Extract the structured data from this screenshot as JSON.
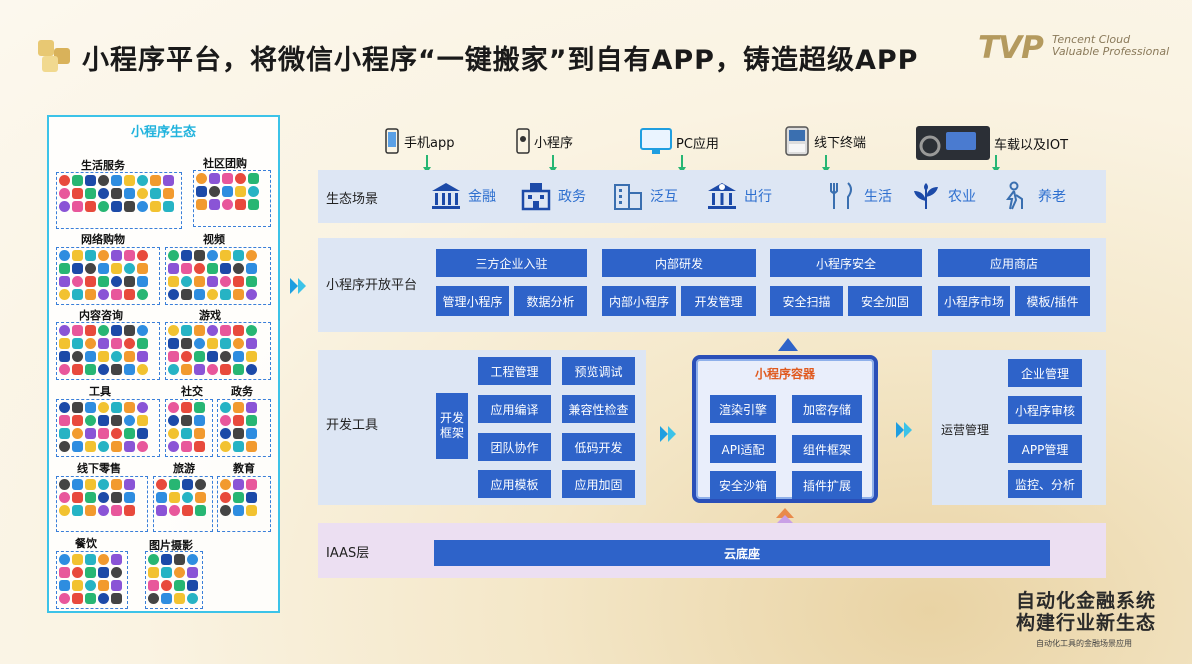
{
  "header": {
    "title": "小程序平台，将微信小程序“一键搬家”到自有APP，铸造超级APP",
    "logo_name": "TVP",
    "logo_sub_line1": "Tencent Cloud",
    "logo_sub_line2": "Valuable Professional"
  },
  "ecosystem": {
    "title": "小程序生态",
    "groups": {
      "life": "生活服务",
      "community": "社区团购",
      "shopping": "网络购物",
      "video": "视频",
      "content": "内容咨询",
      "game": "游戏",
      "tools": "工具",
      "social": "社交",
      "gov": "政务",
      "retail": "线下零售",
      "travel": "旅游",
      "edu": "教育",
      "food": "餐饮",
      "photo": "图片摄影"
    }
  },
  "endpoints": [
    {
      "label": "手机app",
      "icon": "phone-icon"
    },
    {
      "label": "小程序",
      "icon": "mini-program-icon"
    },
    {
      "label": "PC应用",
      "icon": "monitor-icon"
    },
    {
      "label": "线下终端",
      "icon": "terminal-icon"
    },
    {
      "label": "车载以及IOT",
      "icon": "car-dashboard-icon"
    }
  ],
  "scenes": {
    "label": "生态场景",
    "items": [
      {
        "label": "金融",
        "icon": "bank-icon"
      },
      {
        "label": "政务",
        "icon": "government-building-icon"
      },
      {
        "label": "泛互",
        "icon": "office-building-icon"
      },
      {
        "label": "出行",
        "icon": "travel-icon"
      },
      {
        "label": "生活",
        "icon": "dining-icon"
      },
      {
        "label": "农业",
        "icon": "plant-icon"
      },
      {
        "label": "养老",
        "icon": "elderly-icon"
      }
    ]
  },
  "open_platform": {
    "label": "小程序开放平台",
    "groups": [
      {
        "title": "三方企业入驻",
        "items": [
          "管理小程序",
          "数据分析"
        ]
      },
      {
        "title": "内部研发",
        "items": [
          "内部小程序",
          "开发管理"
        ]
      },
      {
        "title": "小程序安全",
        "items": [
          "安全扫描",
          "安全加固"
        ]
      },
      {
        "title": "应用商店",
        "items": [
          "小程序市场",
          "模板/插件"
        ]
      }
    ]
  },
  "dev_tools": {
    "label": "开发工具",
    "framework": "开发框架",
    "items": [
      "工程管理",
      "预览调试",
      "应用编译",
      "兼容性检查",
      "团队协作",
      "低码开发",
      "应用模板",
      "应用加固"
    ]
  },
  "container": {
    "title": "小程序容器",
    "items": [
      "渲染引擎",
      "加密存储",
      "API适配",
      "组件框架",
      "安全沙箱",
      "插件扩展"
    ]
  },
  "operations": {
    "label": "运营管理",
    "items": [
      "企业管理",
      "小程序审核",
      "APP管理",
      "监控、分析"
    ]
  },
  "iaas": {
    "label": "IAAS层",
    "bar": "云底座"
  },
  "brand": {
    "line1": "自动化金融系统",
    "line2": "构建行业新生态",
    "sub": "自动化工具的金融场景应用"
  },
  "colors": {
    "primary_blue": "#2e63c9",
    "band_blue": "#dde6f4",
    "band_purple": "#ecdff2",
    "accent_cyan": "#3cc3e8",
    "arrow_green": "#27b673",
    "container_title": "#e05a1f"
  }
}
